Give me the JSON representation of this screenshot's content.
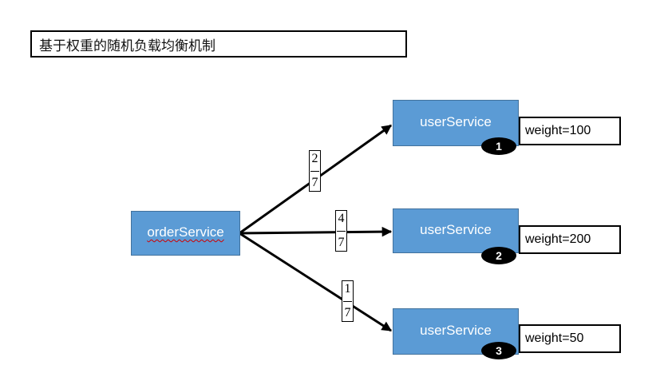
{
  "title": "基于权重的随机负载均衡机制",
  "order_service": {
    "label": "orderService"
  },
  "user_services": [
    {
      "label": "userService",
      "index": "1",
      "weight": "weight=100",
      "fraction": {
        "numerator": "2",
        "denominator": "7"
      }
    },
    {
      "label": "userService",
      "index": "2",
      "weight": "weight=200",
      "fraction": {
        "numerator": "4",
        "denominator": "7"
      }
    },
    {
      "label": "userService",
      "index": "3",
      "weight": "weight=50",
      "fraction": {
        "numerator": "1",
        "denominator": "7"
      }
    }
  ],
  "colors": {
    "service_fill": "#5b9bd5",
    "service_border": "#41719c",
    "arrow": "#000000"
  }
}
